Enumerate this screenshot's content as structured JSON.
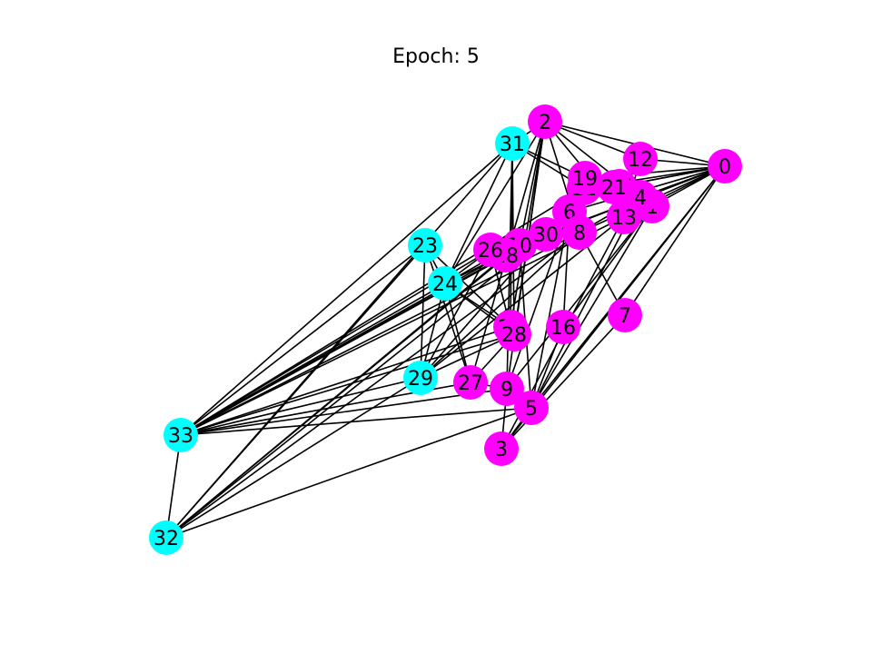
{
  "title": "Epoch: 5",
  "colors": {
    "cyan": "#00ffff",
    "magenta": "#ff00ff",
    "edge": "#000000"
  },
  "nodes": [
    {
      "id": "0",
      "color": "magenta"
    },
    {
      "id": "1",
      "color": "magenta"
    },
    {
      "id": "2",
      "color": "magenta"
    },
    {
      "id": "3",
      "color": "magenta"
    },
    {
      "id": "4",
      "color": "magenta"
    },
    {
      "id": "5",
      "color": "magenta"
    },
    {
      "id": "6",
      "color": "magenta"
    },
    {
      "id": "7",
      "color": "magenta"
    },
    {
      "id": "8",
      "color": "magenta"
    },
    {
      "id": "9",
      "color": "magenta"
    },
    {
      "id": "10",
      "color": "magenta"
    },
    {
      "id": "11",
      "color": "magenta"
    },
    {
      "id": "12",
      "color": "magenta"
    },
    {
      "id": "13",
      "color": "magenta"
    },
    {
      "id": "16",
      "color": "magenta"
    },
    {
      "id": "17",
      "color": "magenta"
    },
    {
      "id": "18",
      "color": "magenta"
    },
    {
      "id": "19",
      "color": "magenta"
    },
    {
      "id": "21",
      "color": "magenta"
    },
    {
      "id": "25",
      "color": "magenta"
    },
    {
      "id": "26",
      "color": "magenta"
    },
    {
      "id": "27",
      "color": "magenta"
    },
    {
      "id": "28",
      "color": "magenta"
    },
    {
      "id": "30",
      "color": "magenta"
    },
    {
      "id": "23",
      "color": "cyan"
    },
    {
      "id": "24",
      "color": "cyan"
    },
    {
      "id": "29",
      "color": "cyan"
    },
    {
      "id": "31",
      "color": "cyan"
    },
    {
      "id": "32",
      "color": "cyan"
    },
    {
      "id": "33",
      "color": "cyan"
    }
  ],
  "edges": [
    [
      "0",
      "2"
    ],
    [
      "0",
      "12"
    ],
    [
      "0",
      "19"
    ],
    [
      "0",
      "11"
    ],
    [
      "0",
      "17"
    ],
    [
      "0",
      "4"
    ],
    [
      "0",
      "1"
    ],
    [
      "0",
      "13"
    ],
    [
      "0",
      "6"
    ],
    [
      "0",
      "8"
    ],
    [
      "0",
      "30"
    ],
    [
      "0",
      "10"
    ],
    [
      "0",
      "5"
    ],
    [
      "0",
      "7"
    ],
    [
      "0",
      "3"
    ],
    [
      "0",
      "21"
    ],
    [
      "1",
      "2"
    ],
    [
      "1",
      "16"
    ],
    [
      "1",
      "5"
    ],
    [
      "1",
      "9"
    ],
    [
      "1",
      "17"
    ],
    [
      "1",
      "13"
    ],
    [
      "2",
      "31"
    ],
    [
      "2",
      "12"
    ],
    [
      "2",
      "13"
    ],
    [
      "2",
      "8"
    ],
    [
      "2",
      "25"
    ],
    [
      "2",
      "28"
    ],
    [
      "2",
      "9"
    ],
    [
      "2",
      "27"
    ],
    [
      "2",
      "10"
    ],
    [
      "2",
      "24"
    ],
    [
      "3",
      "5"
    ],
    [
      "3",
      "9"
    ],
    [
      "3",
      "13"
    ],
    [
      "4",
      "5"
    ],
    [
      "4",
      "8"
    ],
    [
      "5",
      "6"
    ],
    [
      "5",
      "16"
    ],
    [
      "5",
      "10"
    ],
    [
      "5",
      "33"
    ],
    [
      "5",
      "32"
    ],
    [
      "6",
      "8"
    ],
    [
      "6",
      "16"
    ],
    [
      "6",
      "9"
    ],
    [
      "7",
      "8"
    ],
    [
      "7",
      "3"
    ],
    [
      "8",
      "29"
    ],
    [
      "8",
      "33"
    ],
    [
      "8",
      "32"
    ],
    [
      "9",
      "33"
    ],
    [
      "9",
      "31"
    ],
    [
      "10",
      "33"
    ],
    [
      "10",
      "32"
    ],
    [
      "11",
      "31"
    ],
    [
      "11",
      "33"
    ],
    [
      "13",
      "33"
    ],
    [
      "13",
      "29"
    ],
    [
      "18",
      "33"
    ],
    [
      "18",
      "32"
    ],
    [
      "21",
      "33"
    ],
    [
      "23",
      "24"
    ],
    [
      "23",
      "25"
    ],
    [
      "23",
      "27"
    ],
    [
      "23",
      "29"
    ],
    [
      "23",
      "33"
    ],
    [
      "23",
      "32"
    ],
    [
      "24",
      "25"
    ],
    [
      "24",
      "28"
    ],
    [
      "24",
      "27"
    ],
    [
      "24",
      "31"
    ],
    [
      "24",
      "29"
    ],
    [
      "24",
      "26"
    ],
    [
      "25",
      "31"
    ],
    [
      "25",
      "26"
    ],
    [
      "25",
      "33"
    ],
    [
      "26",
      "33"
    ],
    [
      "26",
      "29"
    ],
    [
      "27",
      "33"
    ],
    [
      "27",
      "28"
    ],
    [
      "27",
      "9"
    ],
    [
      "28",
      "33"
    ],
    [
      "28",
      "29"
    ],
    [
      "29",
      "32"
    ],
    [
      "29",
      "33"
    ],
    [
      "29",
      "30"
    ],
    [
      "30",
      "33"
    ],
    [
      "30",
      "32"
    ],
    [
      "30",
      "24"
    ],
    [
      "31",
      "33"
    ],
    [
      "31",
      "32"
    ],
    [
      "31",
      "28"
    ],
    [
      "32",
      "33"
    ],
    [
      "19",
      "31"
    ],
    [
      "12",
      "13"
    ]
  ]
}
